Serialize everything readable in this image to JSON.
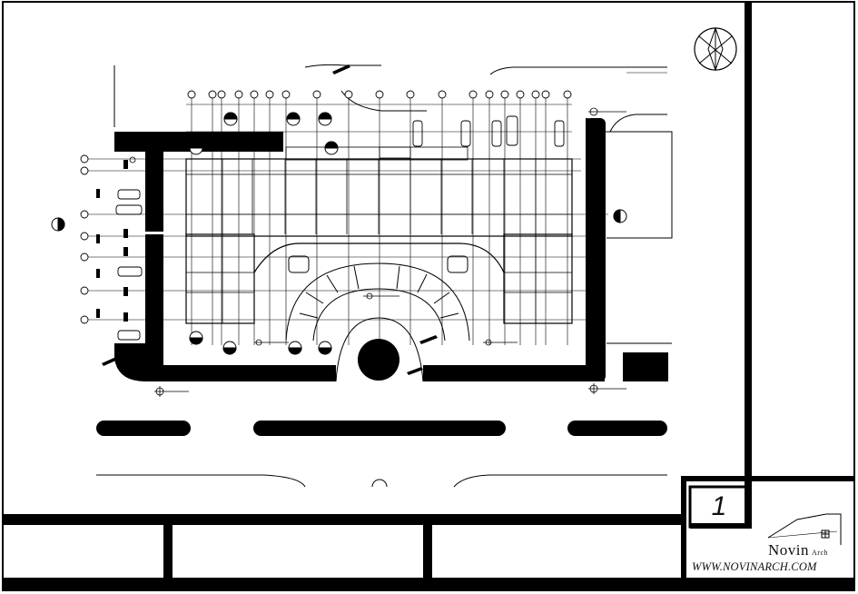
{
  "sheet": {
    "number": "1"
  },
  "branding": {
    "name": "Novin",
    "suffix": "Arch",
    "website": "WWW.NOVINARCH.COM"
  },
  "drawing": {
    "line_color": "#000000",
    "background": "#ffffff",
    "icons": [
      "north-arrow-icon",
      "section-marker-icon",
      "grid-bubble-icon",
      "car-icon"
    ]
  }
}
